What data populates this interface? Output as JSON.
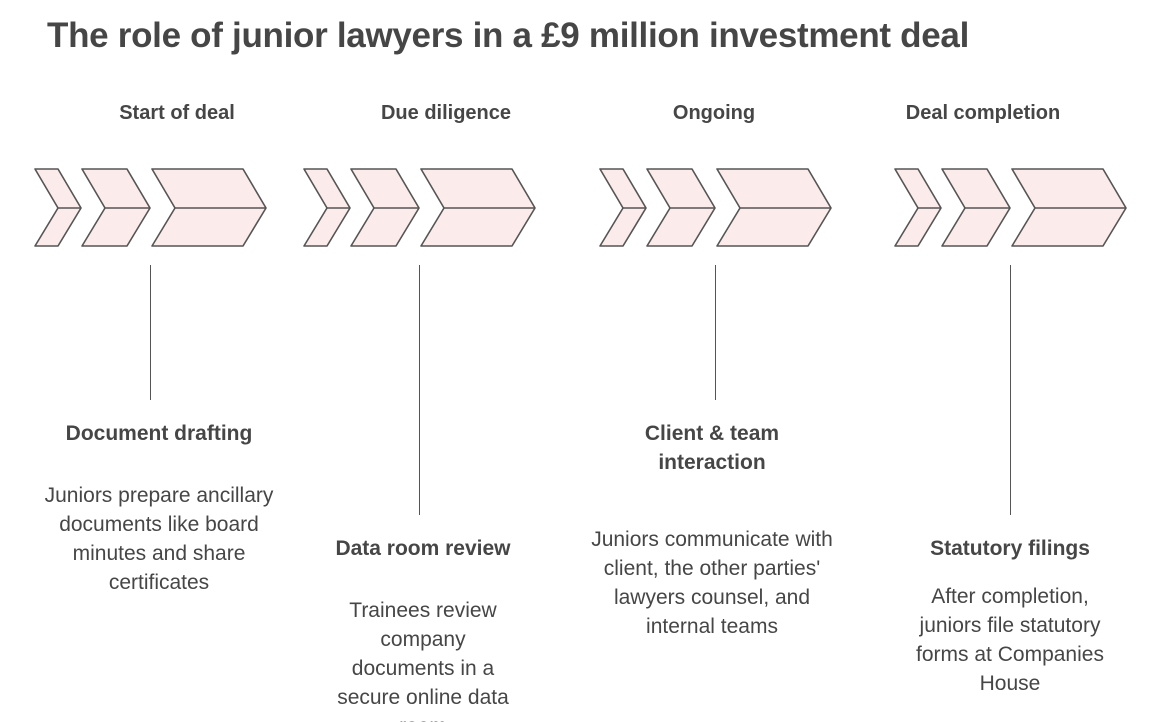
{
  "title": "The role of junior lawyers in a £9 million investment deal",
  "colors": {
    "chevron_fill": "#fcebeb",
    "stroke": "#555555",
    "text": "#464646"
  },
  "stages": [
    {
      "label": "Start of deal",
      "detail_title": "Document drafting",
      "detail_text": "Juniors prepare ancillary documents like board minutes and share certificates"
    },
    {
      "label": "Due diligence",
      "detail_title": "Data room review",
      "detail_text": "Trainees review company documents in a secure online data room"
    },
    {
      "label": "Ongoing",
      "detail_title": "Client & team interaction",
      "detail_text": "Juniors communicate with client, the other parties' lawyers counsel, and internal teams"
    },
    {
      "label": "Deal completion",
      "detail_title": "Statutory filings",
      "detail_text": "After completion, juniors file statutory forms at Companies House"
    }
  ]
}
